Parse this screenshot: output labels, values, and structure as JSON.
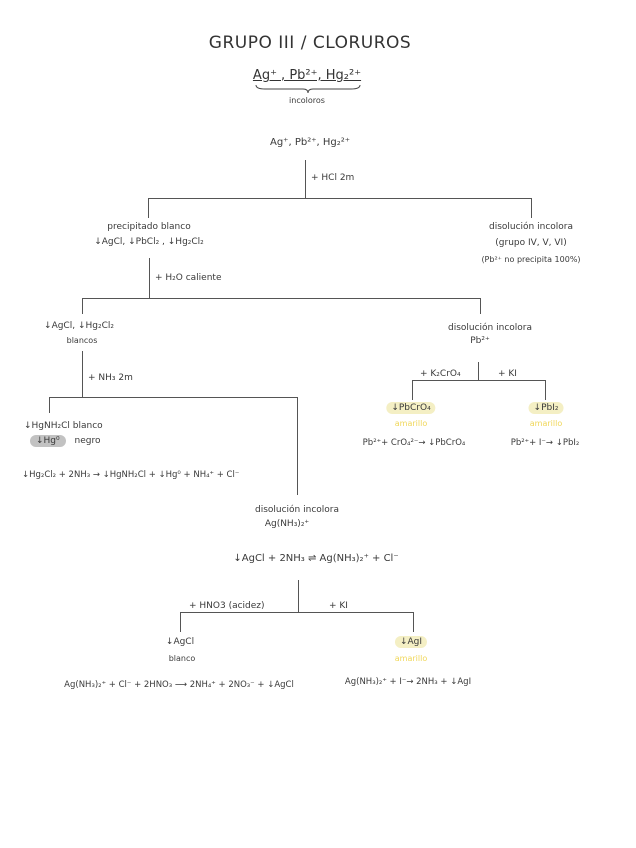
{
  "title": "GRUPO III / CLORUROS",
  "header_ions": "Ag⁺ , Pb²⁺, Hg₂²⁺",
  "header_ions_note": "incoloros",
  "start": "Ag⁺, Pb²⁺, Hg₂²⁺",
  "step1_reagent": "+ HCl 2m",
  "left1": {
    "label": "precipitado blanco",
    "formula": "↓AgCl, ↓PbCl₂ , ↓Hg₂Cl₂",
    "reagent": "+ H₂O caliente"
  },
  "right1": {
    "label": "disolución incolora",
    "groups": "(grupo IV, V, VI)",
    "note": "(Pb²⁺ no precipita 100%)"
  },
  "left2": {
    "formula": "↓AgCl, ↓Hg₂Cl₂",
    "note": "blancos",
    "reagent": "+ NH₃ 2m"
  },
  "right2": {
    "label": "disolución incolora",
    "ion": "Pb²⁺",
    "reagent_left": "+ K₂CrO₄",
    "reagent_right": "+ KI",
    "product_left": "↓PbCrO₄",
    "product_left_color": "amarillo",
    "product_right": "↓PbI₂",
    "product_right_color": "amarillo",
    "eq_left": "Pb²⁺+ CrO₄²⁻→ ↓PbCrO₄",
    "eq_right": "Pb²⁺+ I⁻→ ↓PbI₂"
  },
  "left3": {
    "line1": "↓HgNH₂Cl blanco",
    "hg0": "↓Hg⁰",
    "hg0_color": "negro",
    "eq": "↓Hg₂Cl₂ + 2NH₃ → ↓HgNH₂Cl + ↓Hg⁰ + NH₄⁺ + Cl⁻"
  },
  "mid3": {
    "label": "disolución incolora",
    "ion": "Ag(NH₃)₂⁺",
    "eq": "↓AgCl + 2NH₃ ⇌ Ag(NH₃)₂⁺ + Cl⁻",
    "reagent_left": "+ HNO3 (acidez)",
    "reagent_right": "+ KI",
    "product_left": "↓AgCl",
    "product_left_color": "blanco",
    "product_right": "↓AgI",
    "product_right_color": "amarillo",
    "eq_left": "Ag(NH₃)₂⁺ + Cl⁻ + 2HNO₃ ⟶ 2NH₄⁺ + 2NO₃⁻ + ↓AgCl",
    "eq_right": "Ag(NH₃)₂⁺ + I⁻→ 2NH₃ + ↓AgI"
  }
}
